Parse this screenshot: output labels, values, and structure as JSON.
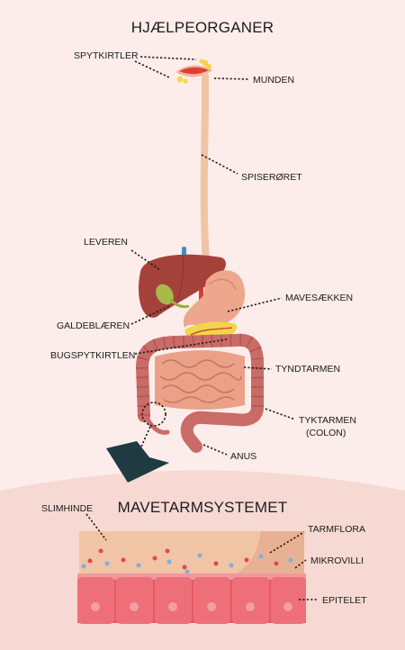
{
  "top_title": "HJÆLPEORGANER",
  "bottom_title": "MAVETARMSYSTEMET",
  "labels": {
    "spytkirtler": "SPYTKIRTLER",
    "munden": "MUNDEN",
    "spiseroret": "SPISERØRET",
    "leveren": "LEVEREN",
    "mavesaekken": "MAVESÆKKEN",
    "galdeblaeren": "GALDEBLÆREN",
    "bugspytkirtlen": "BUGSPYTKIRTLEN",
    "tyndtarmen": "TYNDTARMEN",
    "tyktarmen_line1": "TYKTARMEN",
    "tyktarmen_line2": "(COLON)",
    "anus": "ANUS",
    "slimhinde": "SLIMHINDE",
    "tarmflora": "TARMFLORA",
    "mikrovilli": "MIKROVILLI",
    "epitelet": "EPITELET"
  },
  "colors": {
    "background": "#fcecea",
    "lower_band": "#f6d9d3",
    "esophagus": "#f1c4a6",
    "liver": "#a4413a",
    "stomach": "#eea68c",
    "intestine": "#c96b66",
    "gallbladder": "#a8b94a",
    "pancreas": "#f1d54b",
    "epithelium": "#e85863",
    "arrow": "#1f3b41"
  }
}
